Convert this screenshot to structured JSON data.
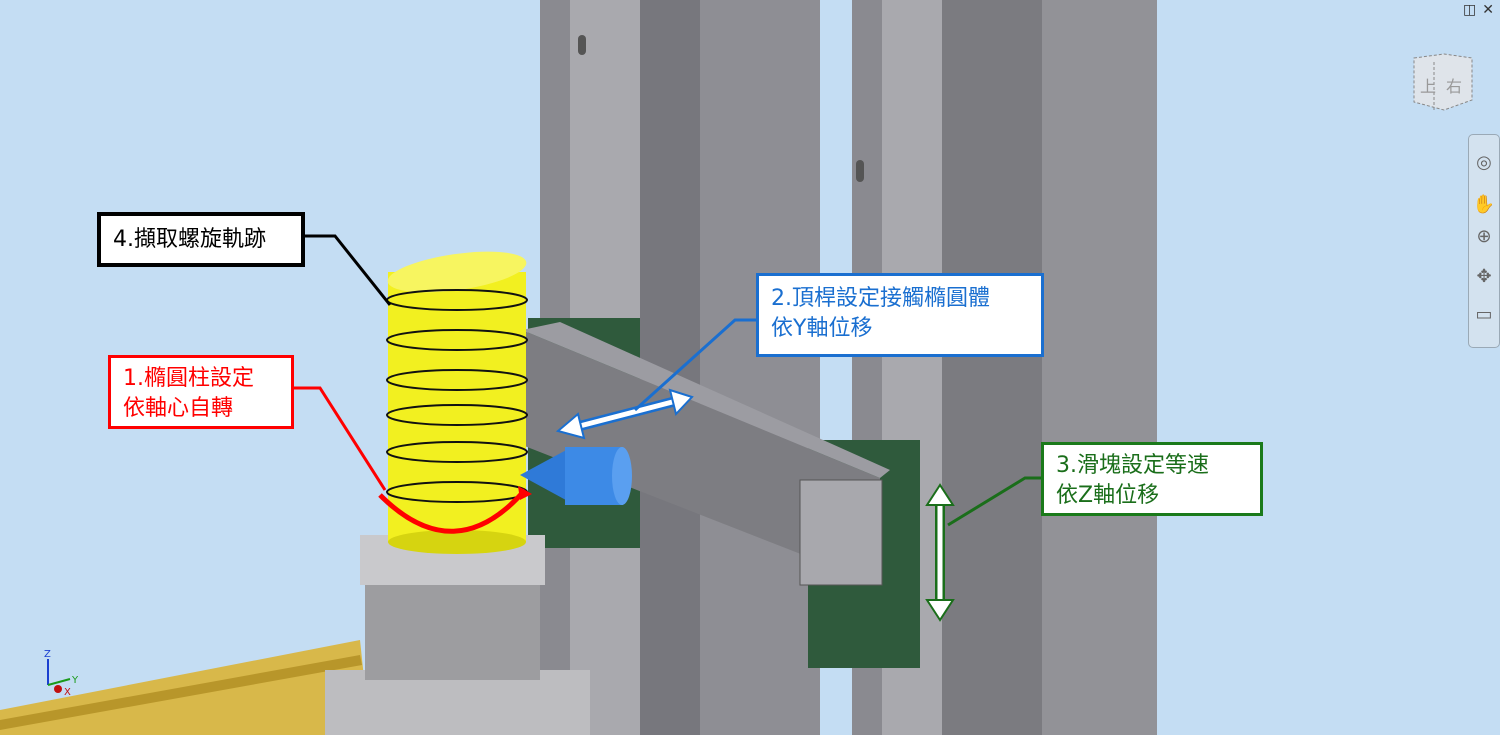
{
  "callouts": {
    "step4": "4.擷取螺旋軌跡",
    "step1_line1": "1.橢圓柱設定",
    "step1_line2": "依軸心自轉",
    "step2_line1": "2.頂桿設定接觸橢圓體",
    "step2_line2": "依Y軸位移",
    "step3_line1": "3.滑塊設定等速",
    "step3_line2": "依Z軸位移"
  },
  "window_controls": {
    "restore": "◫",
    "close": "✕"
  },
  "triad": {
    "z": "Z",
    "y": "Y",
    "x": "X"
  },
  "colors": {
    "background": "#c4ddf3",
    "step1": "#ff0000",
    "step2": "#1a6fd0",
    "step3": "#1a7a1a",
    "step4": "#000000",
    "cylinder": "#f2f020"
  }
}
